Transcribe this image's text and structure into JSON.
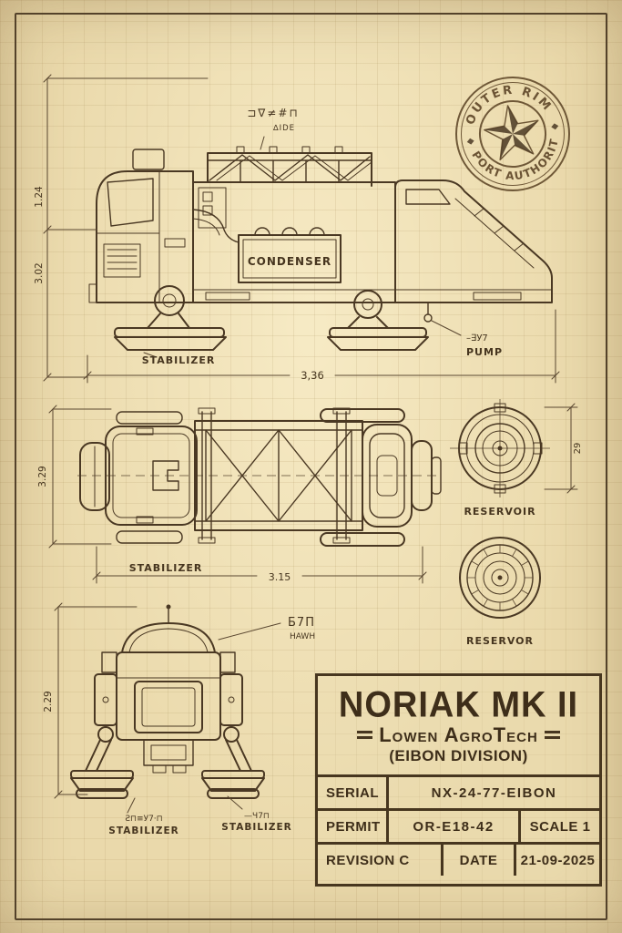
{
  "palette": {
    "paper": "#ead9ab",
    "ink": "#4a3823",
    "grid": "rgba(151,122,69,0.13)"
  },
  "stamp": {
    "arc_top": "OUTER RIM",
    "arc_bottom": "PORT AUTHORIT"
  },
  "side_view": {
    "note_main": "⊐∇≠#⊓",
    "note_sub": "∆IDE",
    "condenser_label": "CONDENSER",
    "stabilizer_label": "STABILIZER",
    "pump_note": "–∃У7",
    "pump_label": "PUMP",
    "dim_width": "3,36",
    "dim_height_upper": "1.24",
    "dim_height_lower": "3.02"
  },
  "top_view": {
    "stabilizer_label": "STABILIZER",
    "dim_width": "3.15",
    "dim_height": "3.29"
  },
  "reservoirs": {
    "top_label": "RESERVOIR",
    "bottom_label": "RESERVOR",
    "dim_height": "29"
  },
  "front_view": {
    "note_main": "Б7Π",
    "note_sub": "HAWH",
    "dim_height": "2.29",
    "stab_left_note": "Ƨ⊓≡У7·⊓",
    "stab_left_label": "STABILIZER",
    "stab_right_note": "—Ч7⊓",
    "stab_right_label": "STABILIZER"
  },
  "title_block": {
    "title": "NORIAK MK II",
    "subtitle": "Lowen AgroTech",
    "division": "(EIBON DIVISION)",
    "serial_label": "SERIAL",
    "serial_value": "NX-24-77-EIBON",
    "permit_label": "PERMIT",
    "permit_value": "OR-E18-42",
    "scale_value": "SCALE 1",
    "revision_value": "REVISION C",
    "date_label": "DATE",
    "date_value": "21-09-2025"
  }
}
